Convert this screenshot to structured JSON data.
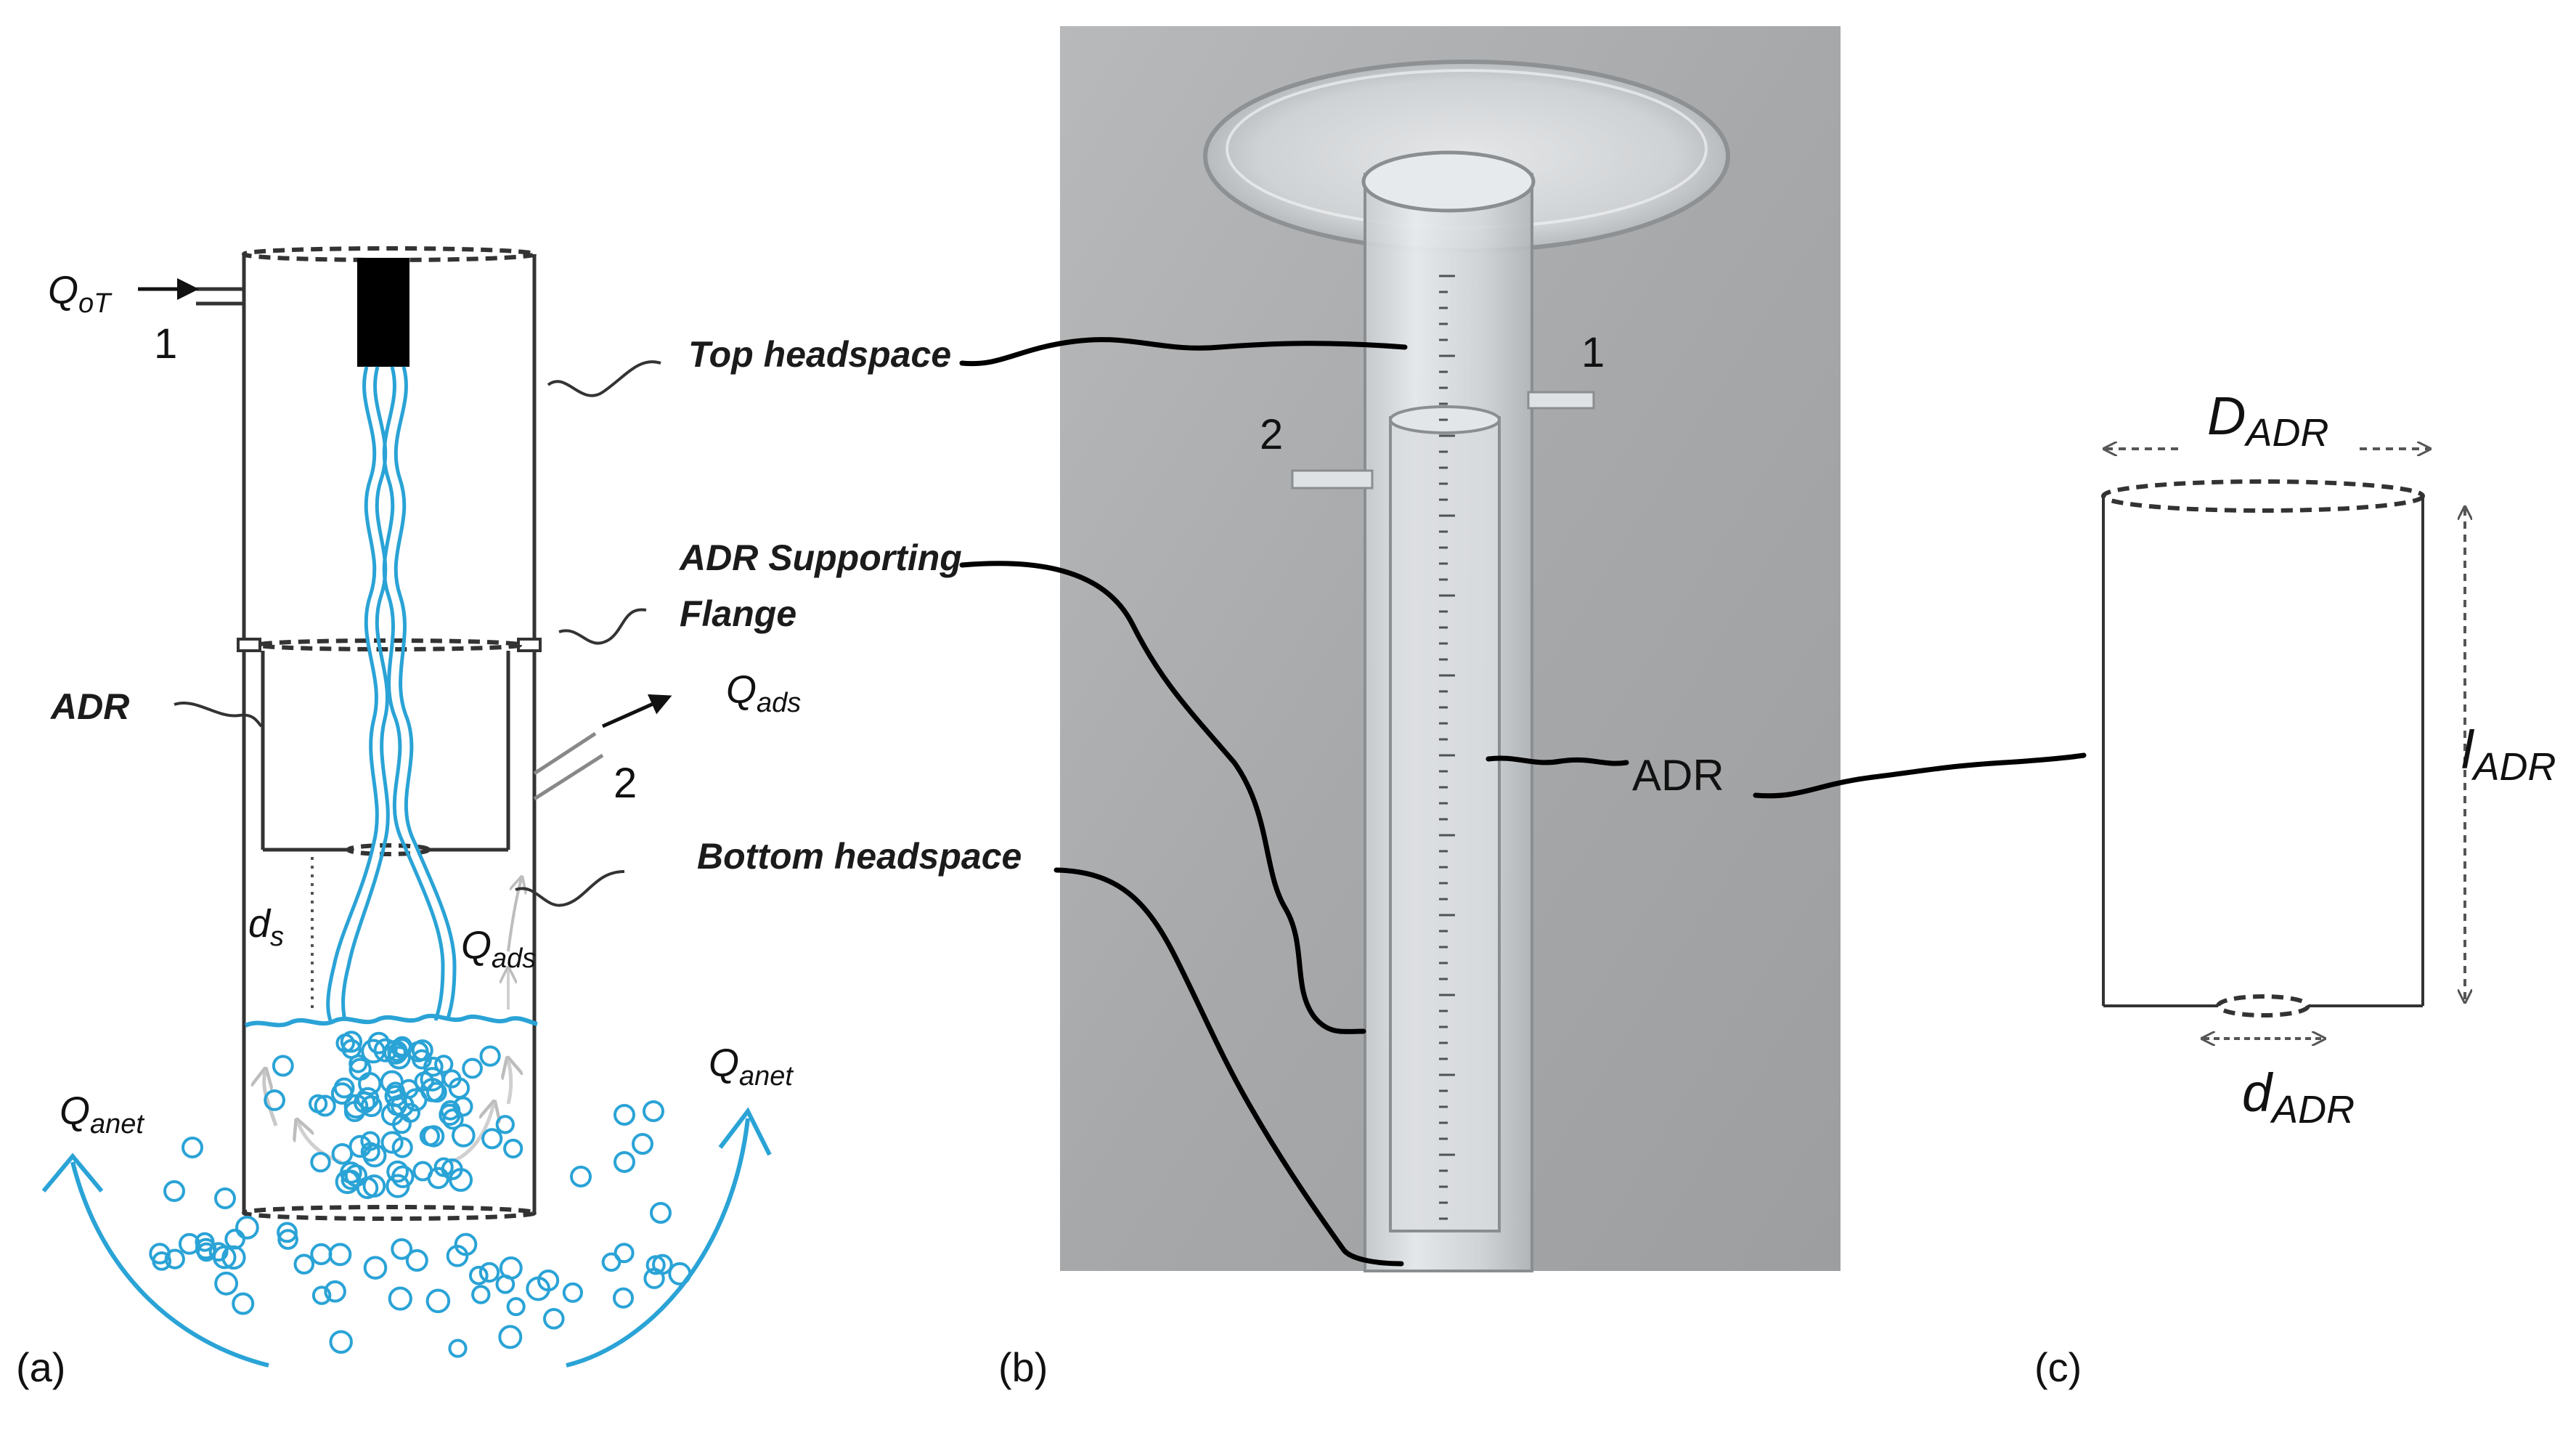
{
  "panels": {
    "a": "(a)",
    "b": "(b)",
    "c": "(c)"
  },
  "panel_a": {
    "inlet_flow": {
      "main": "Q",
      "sub": "oT"
    },
    "inlet_number": "1",
    "top_headspace": "Top headspace",
    "adr_supporting": "ADR Supporting",
    "flange": "Flange",
    "adr": "ADR",
    "outlet_flow": {
      "main": "Q",
      "sub": "ads"
    },
    "outlet_number": "2",
    "bottom_headspace": "Bottom headspace",
    "gap_symbol": {
      "main": "d",
      "sub": "s"
    },
    "inner_flow": {
      "main": "Q",
      "sub": "ads"
    },
    "left_flow": {
      "main": "Q",
      "sub": "anet"
    },
    "right_flow": {
      "main": "Q",
      "sub": "anet"
    }
  },
  "panel_b": {
    "port_1": "1",
    "port_2": "2",
    "adr": "ADR"
  },
  "panel_c": {
    "top_diameter": {
      "main": "D",
      "sub": "ADR"
    },
    "length": {
      "main": "l",
      "sub": "ADR"
    },
    "bottom_diameter": {
      "main": "d",
      "sub": "ADR"
    }
  },
  "colors": {
    "bubble": "#2aa3d6",
    "photo_background": "#a9abad"
  }
}
